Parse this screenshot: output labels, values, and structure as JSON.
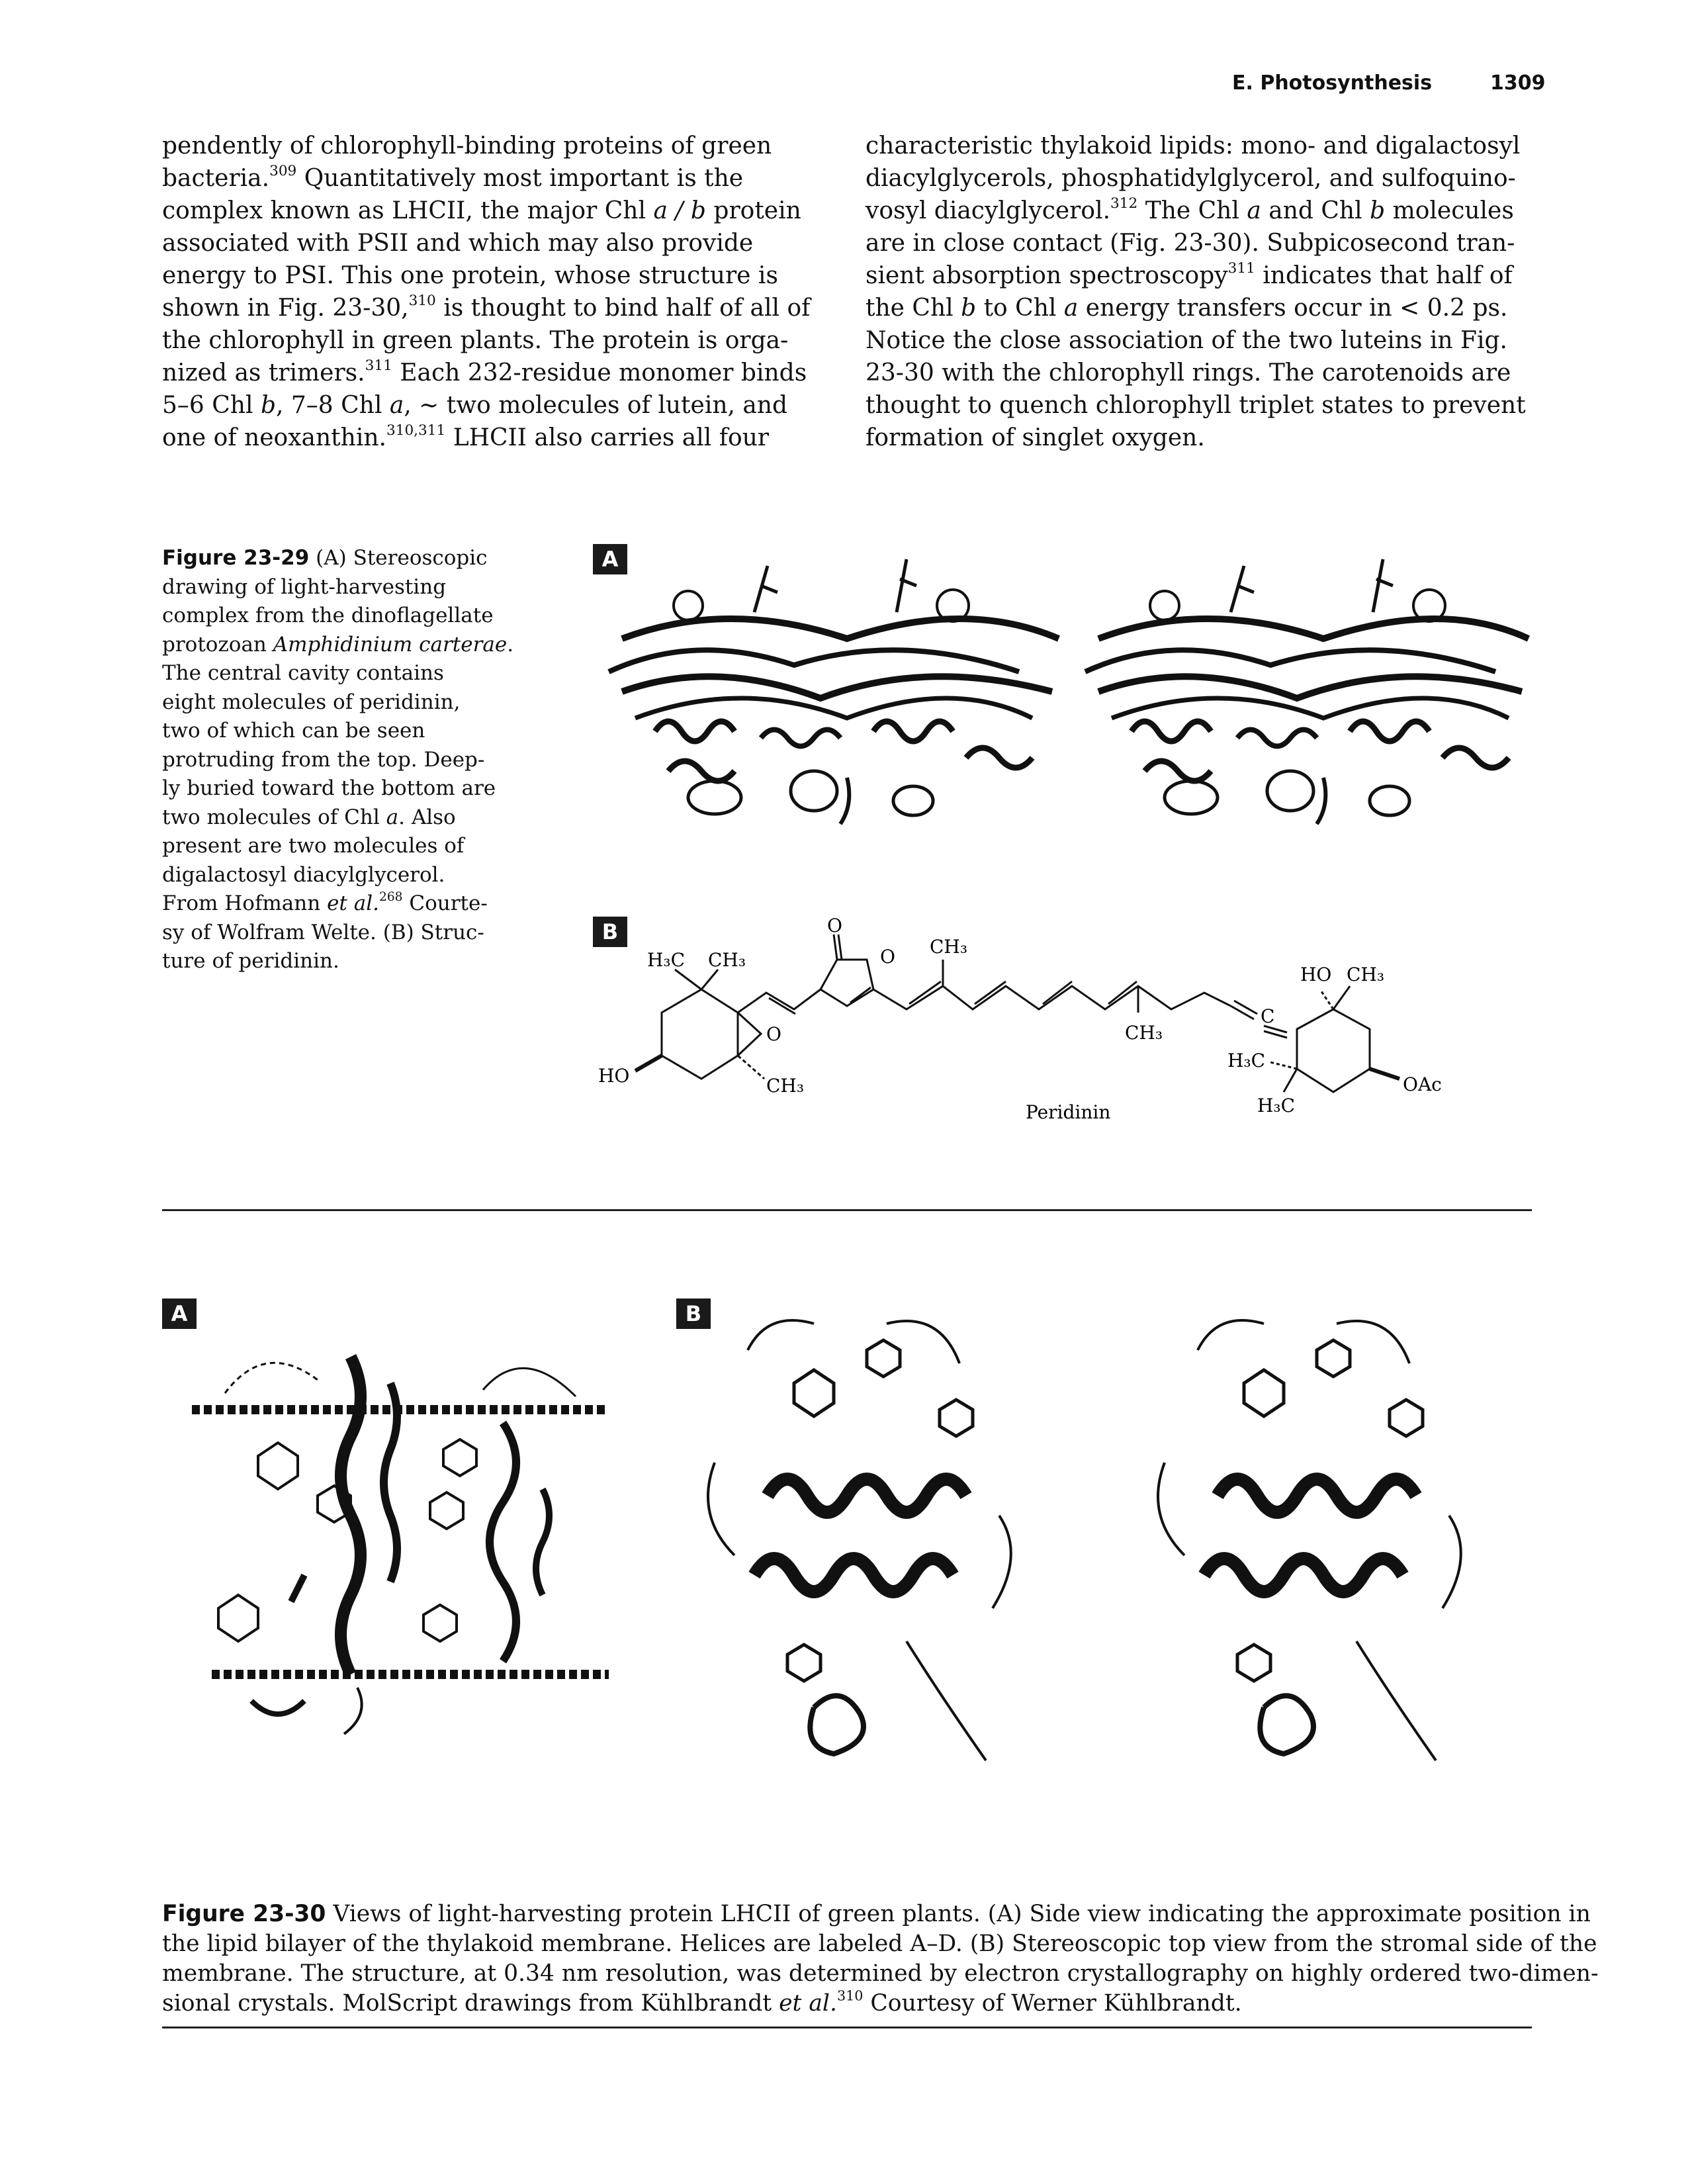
{
  "header": {
    "section": "E. Photosynthesis",
    "page_number": "1309"
  },
  "left_column": {
    "lines": [
      [
        "pendently of chlorophyll-binding proteins of green"
      ],
      [
        "bacteria.",
        "309",
        " Quantitatively most important is the"
      ],
      [
        "complex known as LHCII, the major Chl ",
        "a / b",
        " protein"
      ],
      [
        "associated with PSII and which may also provide"
      ],
      [
        "energy to PSI.  This one protein, whose structure is"
      ],
      [
        "shown in Fig. 23-30,",
        "310",
        " is thought to bind half of all of"
      ],
      [
        "the chlorophyll in green plants.  The protein is orga-"
      ],
      [
        "nized as trimers.",
        "311",
        "  Each 232-residue monomer binds"
      ],
      [
        "5–6 Chl ",
        "b",
        ", 7–8 Chl ",
        "a",
        ", ~ two molecules of lutein, and"
      ],
      [
        "one of neoxanthin.",
        "310,311",
        "  LHCII also carries all four"
      ]
    ]
  },
  "right_column": {
    "lines": [
      [
        "characteristic thylakoid lipids: mono- and digalactosyl"
      ],
      [
        "diacylglycerols, phosphatidylglycerol, and sulfoquino-"
      ],
      [
        "vosyl diacylglycerol.",
        "312",
        "  The Chl ",
        "a",
        " and Chl ",
        "b",
        " molecules"
      ],
      [
        "are in close contact (Fig. 23-30).  Subpicosecond tran-"
      ],
      [
        "sient absorption spectroscopy",
        "311",
        " indicates that half of"
      ],
      [
        "the Chl ",
        "b",
        " to Chl ",
        "a",
        " energy transfers occur in < 0.2 ps."
      ],
      [
        "Notice the close association of the two luteins in Fig."
      ],
      [
        "23-30 with the chlorophyll rings.  The carotenoids are"
      ],
      [
        "thought to quench chlorophyll triplet states to prevent"
      ],
      [
        "formation of singlet oxygen."
      ]
    ]
  },
  "figure_23_29": {
    "label": "Figure 23-29",
    "caption_lines": [
      [
        "Figure 23-29",
        " (A) Stereoscopic"
      ],
      [
        "drawing of light-harvesting"
      ],
      [
        "complex from the dinoflagellate"
      ],
      [
        "protozoan ",
        "Amphidinium carterae",
        "."
      ],
      [
        "The central cavity contains"
      ],
      [
        "eight molecules of peridinin,"
      ],
      [
        "two of which can be seen"
      ],
      [
        "protruding from the top.  Deep-"
      ],
      [
        "ly buried toward the bottom are"
      ],
      [
        "two molecules of Chl ",
        "a",
        ".  Also"
      ],
      [
        "present are two molecules of"
      ],
      [
        "digalactosyl diacylglycerol."
      ],
      [
        "From Hofmann ",
        "et al.",
        "268",
        "  Courte-"
      ],
      [
        "sy of Wolfram Welte.  (B) Struc-"
      ],
      [
        "ture of peridinin."
      ]
    ],
    "panel_a_label": "A",
    "panel_b_label": "B",
    "structure_labels": {
      "h3c_left": "H₃C",
      "ch3_left": "CH₃",
      "ch3_top": "CH₃",
      "o_carbonyl": "O",
      "o_ring": "O",
      "o_epoxide": "O",
      "ho_left": "HO",
      "ch3_epoxide": "CH₃",
      "ch3_lower": "CH₃",
      "c_allene": "C",
      "ho_right": "HO",
      "ch3_right": "CH₃",
      "h3c_right_upper": "H₃C",
      "h3c_right_lower": "H₃C",
      "oac": "OAc",
      "name": "Peridinin"
    }
  },
  "figure_23_30": {
    "panel_a_label": "A",
    "panel_b_label": "B",
    "caption_lines": [
      [
        "Figure 23-30",
        "  Views of light-harvesting protein LHCII of green plants.  (A) Side view indicating the approximate position in"
      ],
      [
        "the lipid bilayer of the thylakoid membrane.  Helices are labeled A–D.  (B) Stereoscopic top view from the stromal side of the"
      ],
      [
        "membrane.  The structure, at 0.34 nm resolution, was determined by electron crystallography on highly ordered two-dimen-"
      ],
      [
        "sional crystals.  MolScript drawings from Kühlbrandt ",
        "et al.",
        "310",
        "  Courtesy of Werner Kühlbrandt."
      ]
    ]
  }
}
